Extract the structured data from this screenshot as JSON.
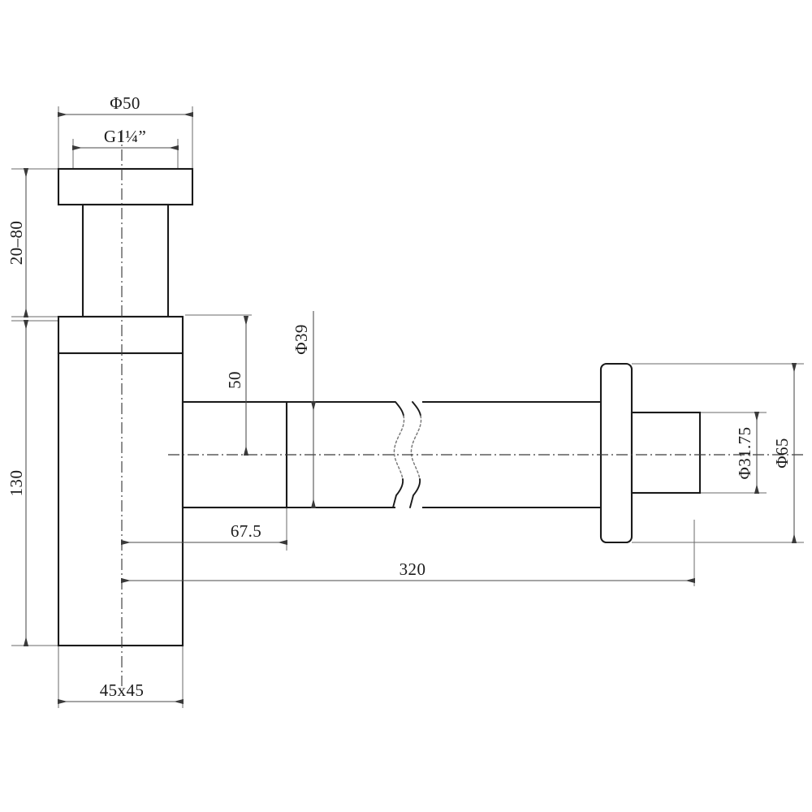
{
  "drawing": {
    "title": "Bottle Trap Dimensional Drawing",
    "units": "mm",
    "background_color": "#ffffff",
    "line_color": "#1a1a1a",
    "dimension_color": "#4a4a4a"
  },
  "dimensions": {
    "top_flange_outer": "Φ50",
    "thread_size": "G1¼”",
    "tailpiece_adjust": "20–80",
    "body_height": "130",
    "outlet_center_height": "50",
    "outlet_pipe_dia": "Φ39",
    "outlet_offset": "67.5",
    "total_length": "320",
    "wall_pipe_dia": "Φ31.75",
    "wall_flange_dia": "Φ65",
    "body_section": "45x45"
  },
  "features": [
    {
      "name": "top-flange",
      "label": "Φ50"
    },
    {
      "name": "inlet-thread",
      "label": "G1¼”"
    },
    {
      "name": "adjustable-tailpiece",
      "label": "20–80"
    },
    {
      "name": "trap-body",
      "label": "45x45"
    },
    {
      "name": "body-height",
      "label": "130"
    },
    {
      "name": "outlet-stub",
      "label": "67.5"
    },
    {
      "name": "outlet-height",
      "label": "50"
    },
    {
      "name": "horizontal-pipe",
      "label": "Φ39"
    },
    {
      "name": "pipe-break",
      "label": "break-symbol"
    },
    {
      "name": "wall-flange",
      "label": "Φ65"
    },
    {
      "name": "wall-pipe",
      "label": "Φ31.75"
    },
    {
      "name": "overall-length",
      "label": "320"
    }
  ],
  "chart_data": {
    "type": "table",
    "title": "Bottle Trap Dimensional Drawing",
    "categories": [
      "Φ50",
      "G1¼”",
      "20–80",
      "130",
      "50",
      "Φ39",
      "67.5",
      "320",
      "Φ31.75",
      "Φ65",
      "45x45"
    ],
    "values": [
      50,
      31.75,
      50,
      130,
      50,
      39,
      67.5,
      320,
      31.75,
      65,
      45
    ]
  }
}
